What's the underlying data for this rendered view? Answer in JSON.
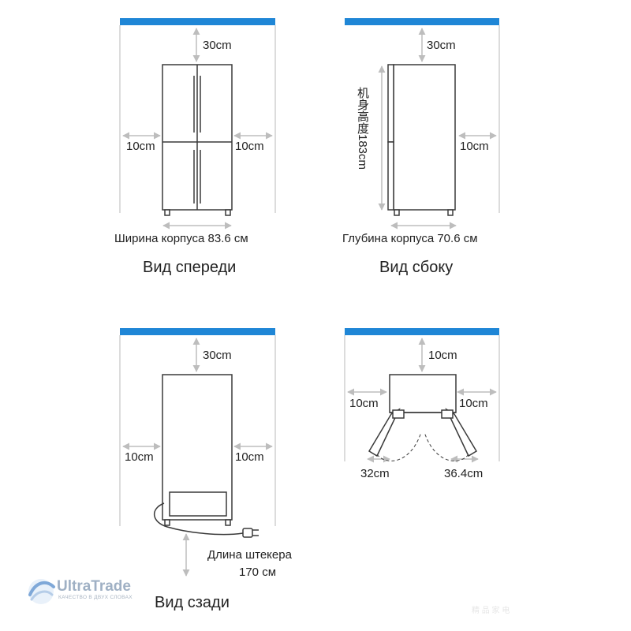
{
  "colors": {
    "accent_bar": "#1f86d6",
    "wall_line": "#b9b9b9",
    "arrow": "#bdbdbd",
    "outline": "#3a3a3a",
    "fridge_fill": "#ffffff"
  },
  "front": {
    "top_gap": "30cm",
    "left_gap": "10cm",
    "right_gap": "10cm",
    "caption": "Ширина корпуса 83.6 см",
    "title": "Вид спереди"
  },
  "side": {
    "top_gap": "30cm",
    "right_gap": "10cm",
    "height_label": "机身高度183cm",
    "caption": "Глубина корпуса 70.6 см",
    "title": "Вид сбоку"
  },
  "back": {
    "top_gap": "30cm",
    "left_gap": "10cm",
    "right_gap": "10cm",
    "plug_caption_line1": "Длина штекера",
    "plug_caption_line2": "170 см",
    "title": "Вид сзади"
  },
  "top": {
    "top_gap": "10cm",
    "left_gap": "10cm",
    "right_gap": "10cm",
    "door_left": "32cm",
    "door_right": "36.4cm"
  },
  "logo": {
    "name": "UltraTrade",
    "tagline": "КАЧЕСТВО В ДВУХ СЛОВАХ",
    "icon": "ultratrade-logo-icon"
  },
  "watermark": "精 品 家 电"
}
